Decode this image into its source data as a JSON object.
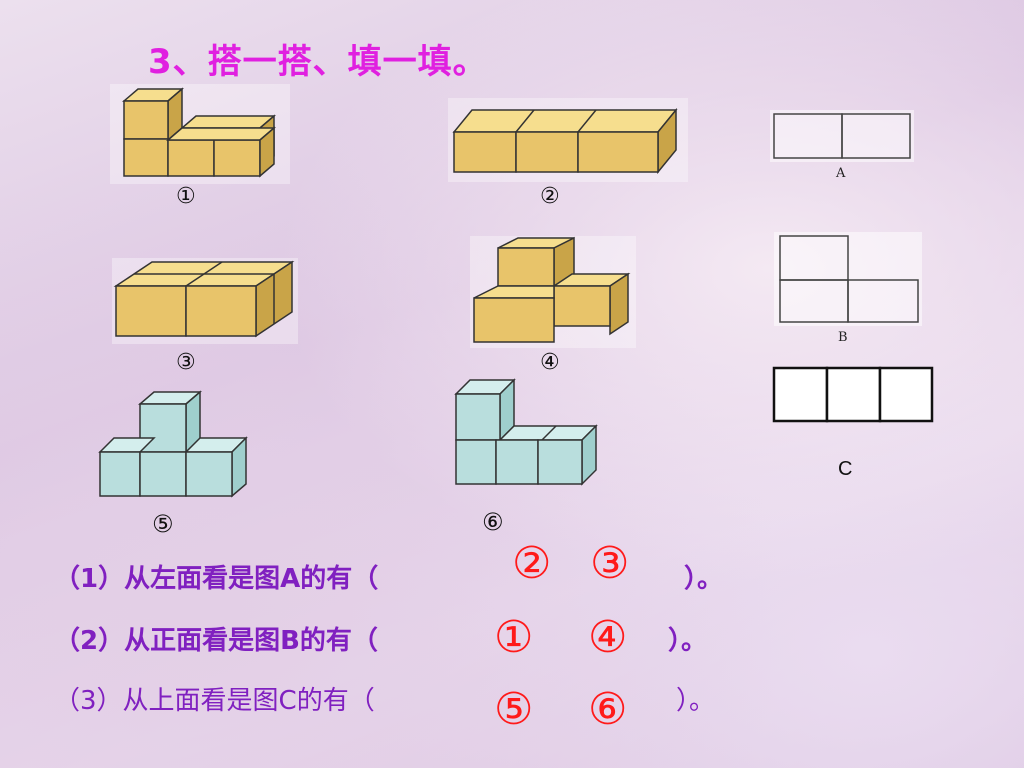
{
  "title": "3、搭一搭、填一填。",
  "figures": {
    "f1": "①",
    "f2": "②",
    "f3": "③",
    "f4": "④",
    "f5": "⑤",
    "f6": "⑥"
  },
  "views": {
    "a": "A",
    "b": "B",
    "c": "C"
  },
  "questions": [
    {
      "prefix": "（1）从左面看是图A的有（",
      "answer1": "②",
      "answer2": "③",
      "suffix": "）。"
    },
    {
      "prefix": "（2）从正面看是图B的有（",
      "answer1": "①",
      "answer2": "④",
      "suffix": "）。"
    },
    {
      "prefix": "（3）从上面看是图C的有（",
      "answer1": "⑤",
      "answer2": "⑥",
      "suffix": "）。"
    }
  ],
  "colors": {
    "title": "#e020e0",
    "question": "#8020c0",
    "answer": "#ff1a1a",
    "cube_yellow": "#e8c46a",
    "cube_blue": "#b9dedd"
  }
}
